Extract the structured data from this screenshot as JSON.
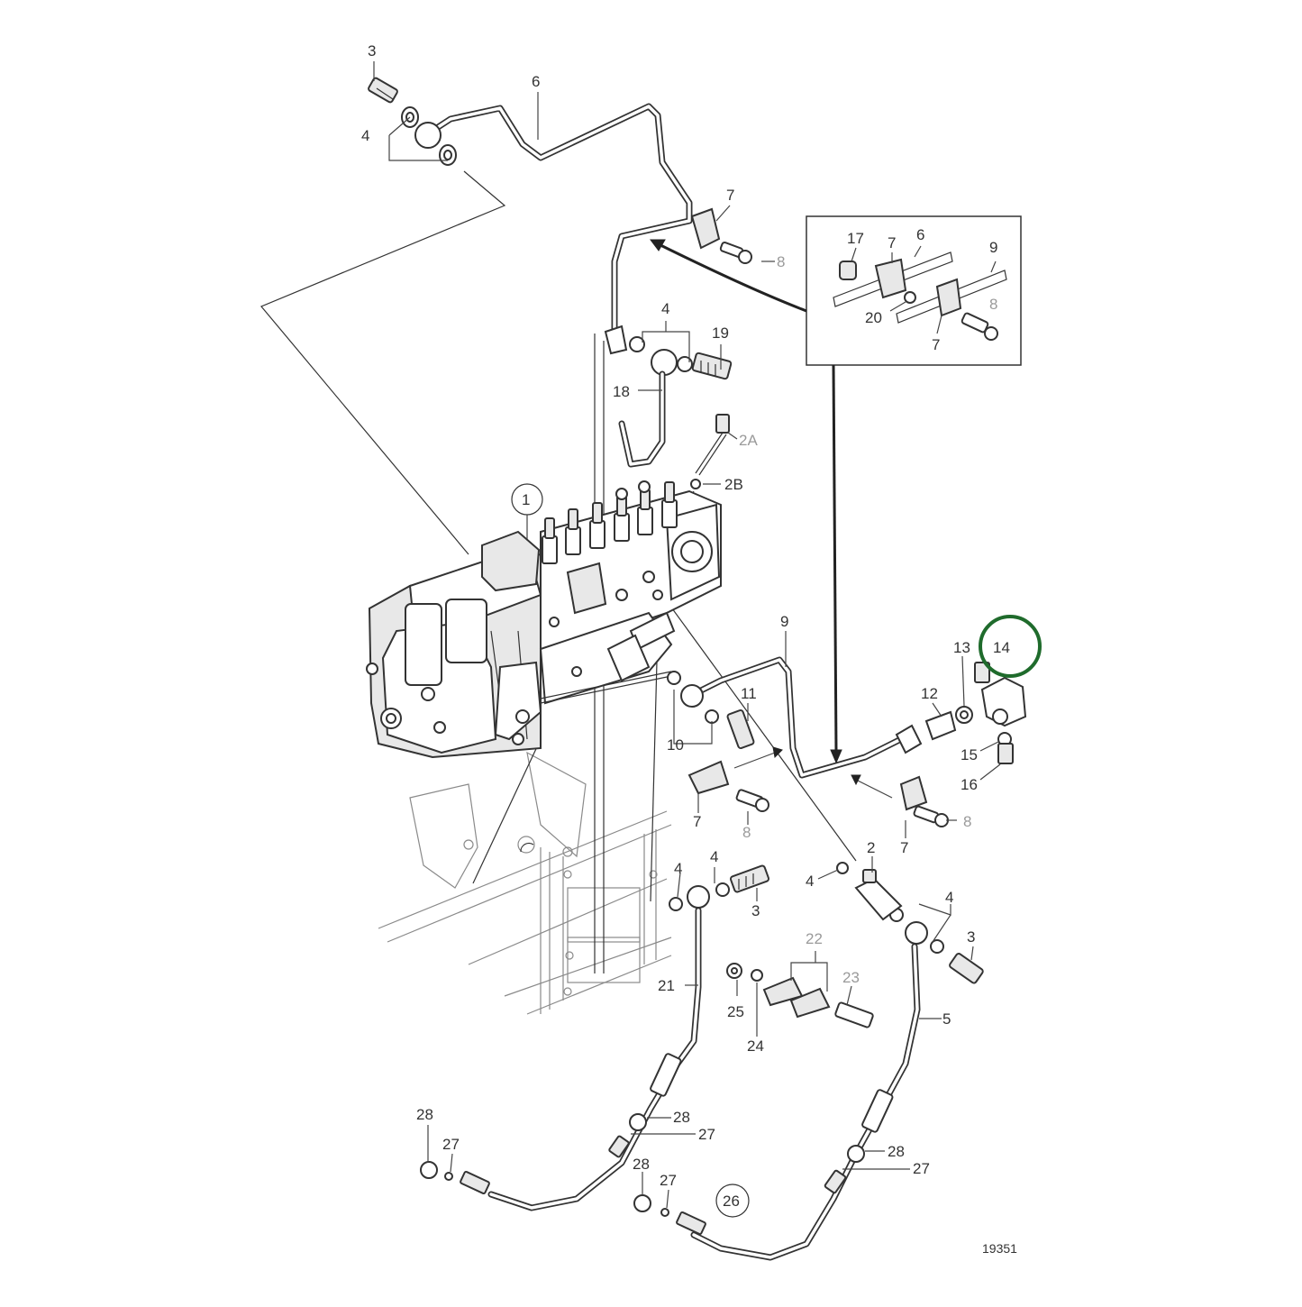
{
  "diagram": {
    "figure_number": "19351",
    "highlight_color": "#1f6b2c",
    "highlighted_callout": "14",
    "callouts": {
      "c3_top": "3",
      "c4_top": "4",
      "c6_top": "6",
      "c7_top": "7",
      "c8_top": "8",
      "c4_mid": "4",
      "c19": "19",
      "c18": "18",
      "c2A": "2A",
      "c2B": "2B",
      "c1": "1",
      "c9_mid": "9",
      "c10": "10",
      "c11": "11",
      "c7_left": "7",
      "c8_left": "8",
      "c7_right": "7",
      "c8_right": "8",
      "c13": "13",
      "c14": "14",
      "c12": "12",
      "c15": "15",
      "c16": "16",
      "c2": "2",
      "c4_a": "4",
      "c4_b": "4",
      "c4_c": "4",
      "c4_d": "4",
      "c3_a": "3",
      "c3_b": "3",
      "c5": "5",
      "c21": "21",
      "c22": "22",
      "c23": "23",
      "c24": "24",
      "c25": "25",
      "c28_a": "28",
      "c27_a": "27",
      "c28_b": "28",
      "c27_b": "27",
      "c28_c": "28",
      "c27_c": "27",
      "c28_d": "28",
      "c27_d": "27",
      "c26": "26"
    },
    "inset": {
      "c17": "17",
      "c7_a": "7",
      "c6": "6",
      "c9": "9",
      "c8": "8",
      "c20": "20",
      "c7_b": "7"
    }
  }
}
